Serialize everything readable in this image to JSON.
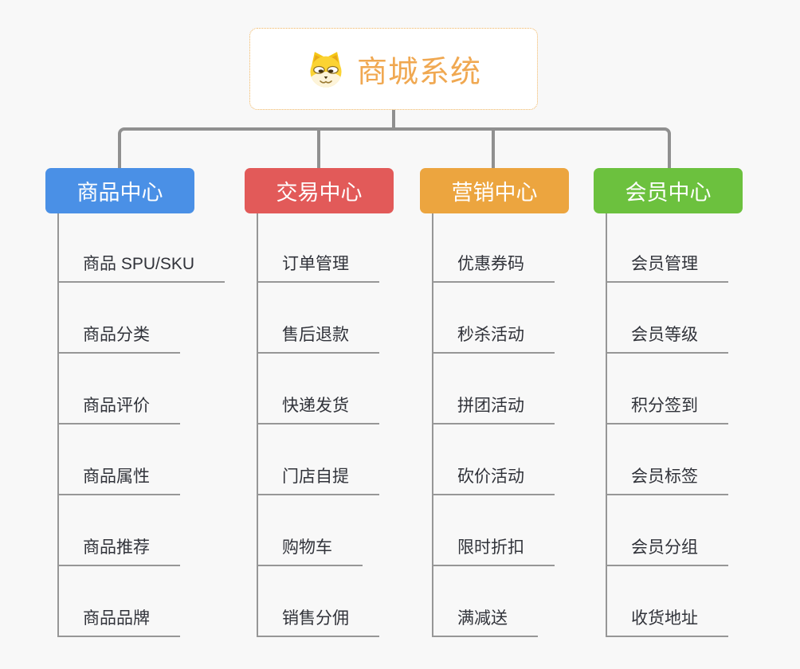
{
  "root": {
    "title": "商城系统",
    "icon": "dog-face-icon",
    "accent_color": "#f0a851",
    "border_color": "#efb35e"
  },
  "connector_color": "#909090",
  "background_color": "#f8f8f8",
  "branches": [
    {
      "label": "商品中心",
      "color": "#4a90e6",
      "items": [
        "商品 SPU/SKU",
        "商品分类",
        "商品评价",
        "商品属性",
        "商品推荐",
        "商品品牌"
      ]
    },
    {
      "label": "交易中心",
      "color": "#e25a59",
      "items": [
        "订单管理",
        "售后退款",
        "快递发货",
        "门店自提",
        "购物车",
        "销售分佣"
      ]
    },
    {
      "label": "营销中心",
      "color": "#eca53f",
      "items": [
        "优惠券码",
        "秒杀活动",
        "拼团活动",
        "砍价活动",
        "限时折扣",
        "满减送"
      ]
    },
    {
      "label": "会员中心",
      "color": "#6cc13e",
      "items": [
        "会员管理",
        "会员等级",
        "积分签到",
        "会员标签",
        "会员分组",
        "收货地址"
      ]
    }
  ]
}
